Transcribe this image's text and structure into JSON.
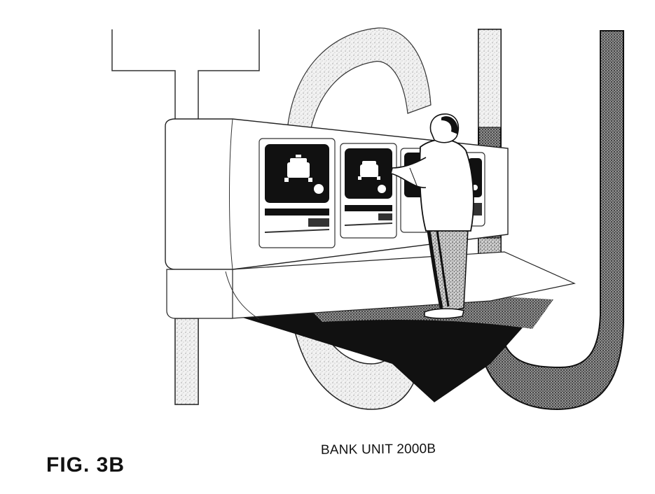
{
  "figure": {
    "label": "FIG. 3B",
    "caption": "BANK UNIT 2000B",
    "letters": [
      "T",
      "C",
      "U"
    ],
    "scene": "Person standing at a wide kiosk with four screens, in front of large stylized letters T, C, U",
    "screens": [
      {
        "icon": "police-car-icon",
        "badge": "circular-logo-icon"
      },
      {
        "icon": "police-car-icon",
        "badge": "circular-logo-icon"
      },
      {
        "icon": "police-car-icon",
        "badge": "circular-logo-icon"
      },
      {
        "icon": "police-car-icon",
        "badge": "circular-logo-icon"
      }
    ]
  },
  "colors": {
    "ink": "#111111",
    "paper": "#ffffff",
    "stipple_light": "#d8d8d8",
    "stipple_dark": "#555555"
  }
}
